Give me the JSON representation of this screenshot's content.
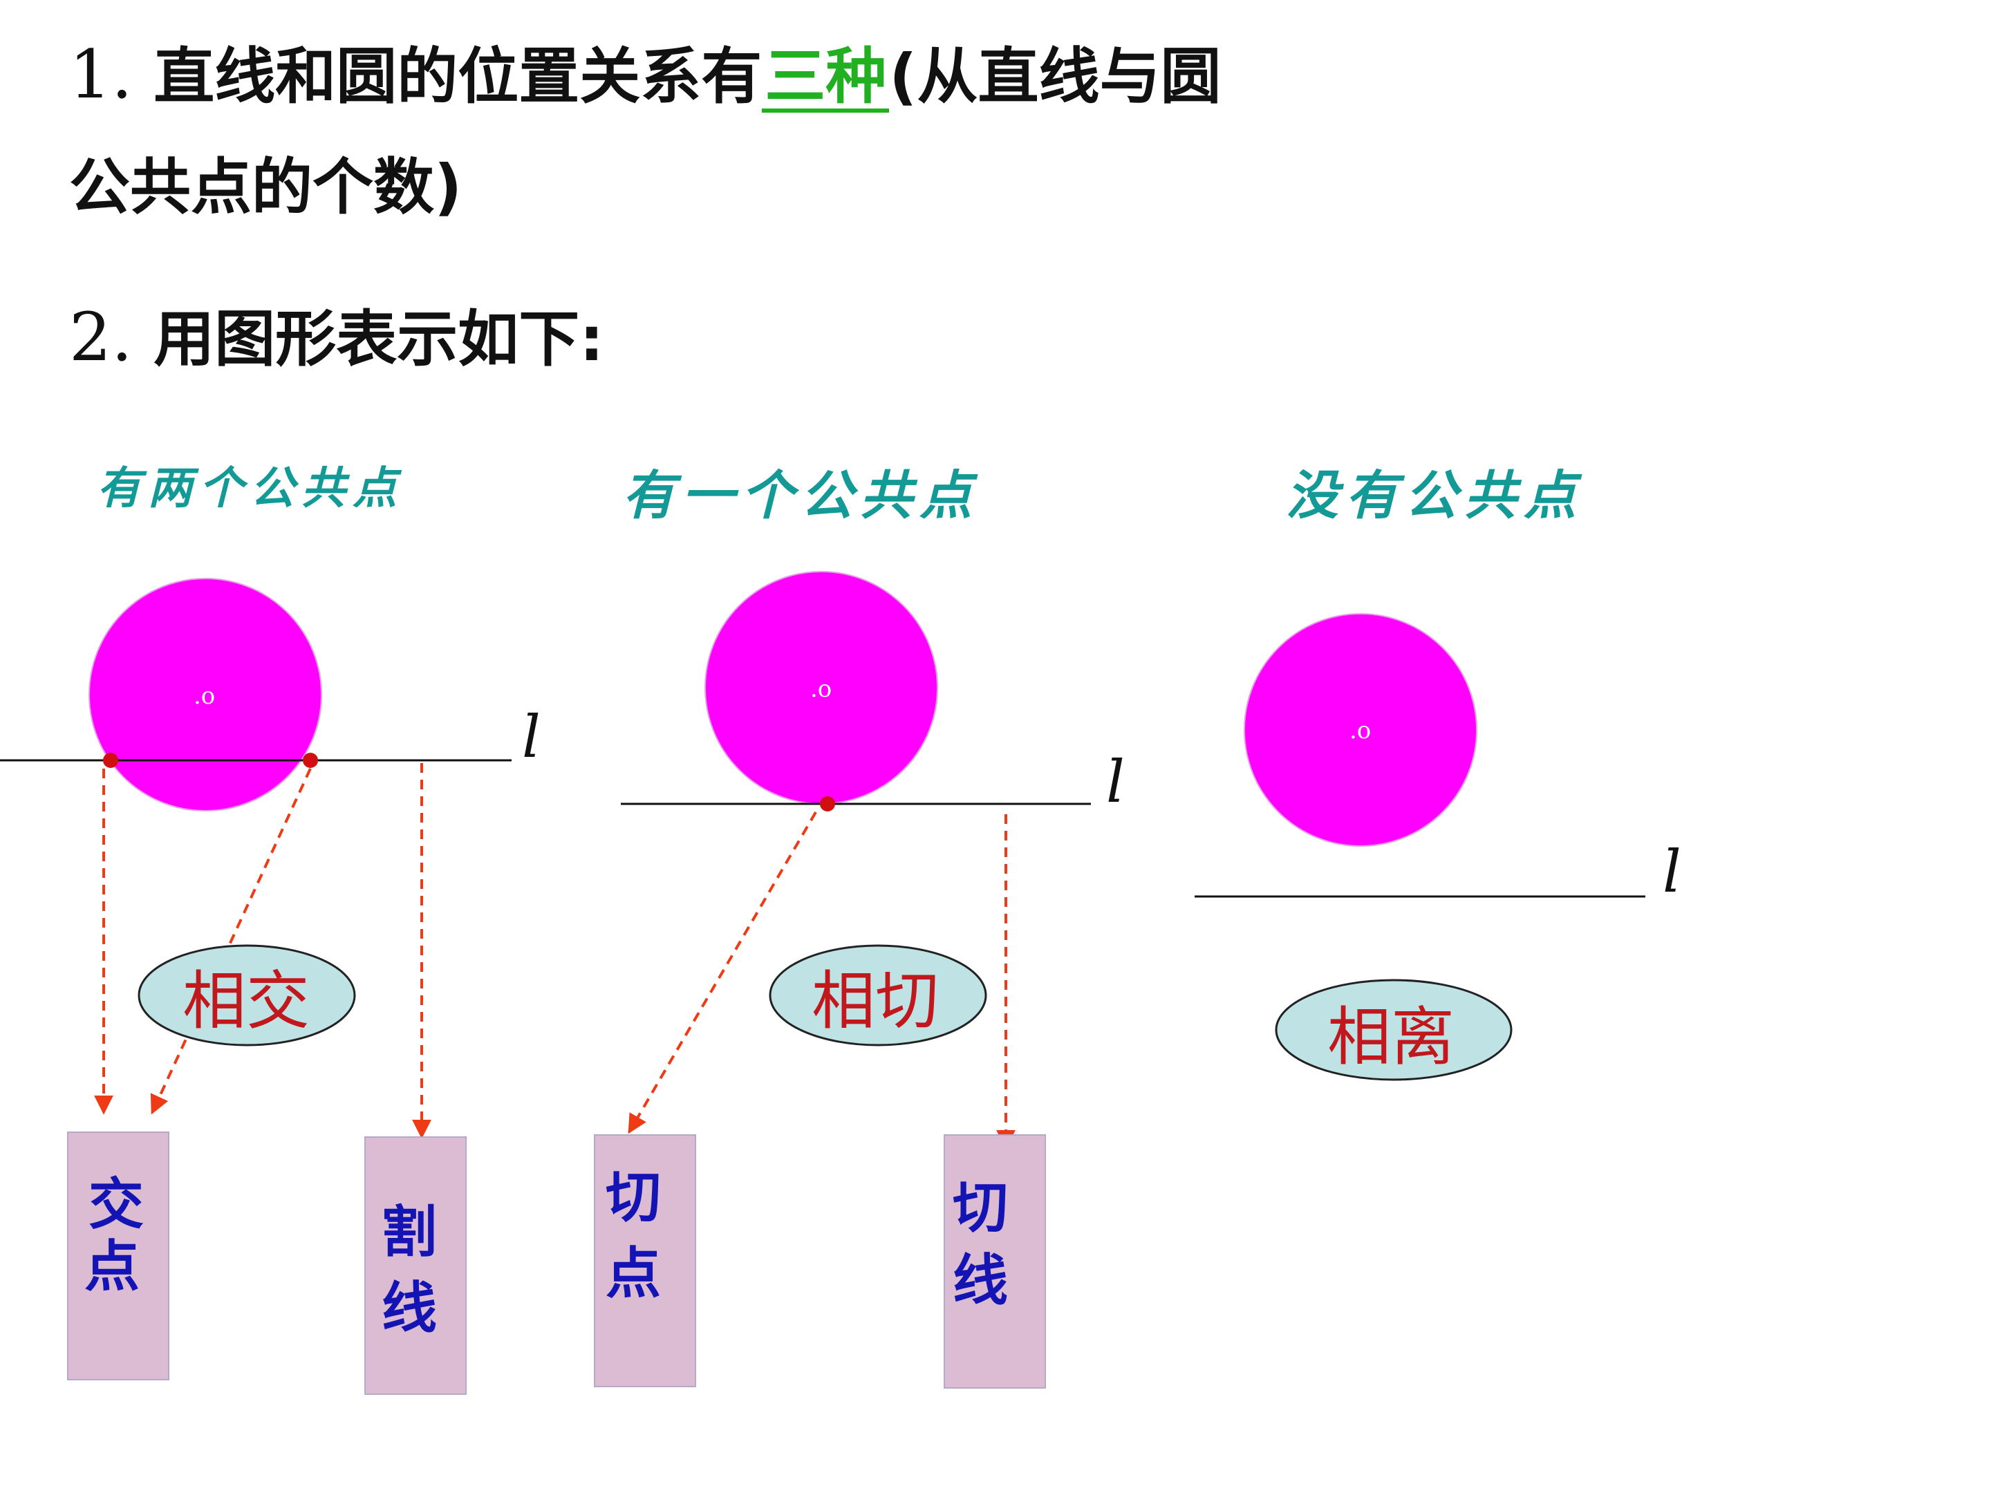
{
  "header": {
    "line1_num": "1.",
    "line1_pre": "直线和圆的位置关系有",
    "line1_answer": "三种",
    "line1_post": "(从直线与圆",
    "line2": "公共点的个数)",
    "line3_num": "2.",
    "line3": "用图形表示如下:"
  },
  "cases": [
    {
      "title": "有两个公共点",
      "relation": "相交",
      "line_label": "l",
      "center_label": ".o",
      "boxes": [
        {
          "chars": [
            "交",
            "点"
          ]
        },
        {
          "chars": [
            "割",
            "线"
          ]
        }
      ]
    },
    {
      "title": "有一个公共点",
      "relation": "相切",
      "line_label": "l",
      "center_label": ".o",
      "boxes": [
        {
          "chars": [
            "切",
            "点"
          ]
        },
        {
          "chars": [
            "切",
            "线"
          ]
        }
      ]
    },
    {
      "title": "没有公共点",
      "relation": "相离",
      "line_label": "l",
      "center_label": ".o",
      "boxes": []
    }
  ],
  "colors": {
    "circle_fill": "#ff00ff",
    "ellipse_fill": "#bfe2e4",
    "box_fill": "#dcbcd2",
    "arrow": "#ee3b16",
    "point": "#d01010",
    "title": "#139a96",
    "answer": "#22b022",
    "relation_text": "#c0181c",
    "box_text": "#1414b4"
  }
}
